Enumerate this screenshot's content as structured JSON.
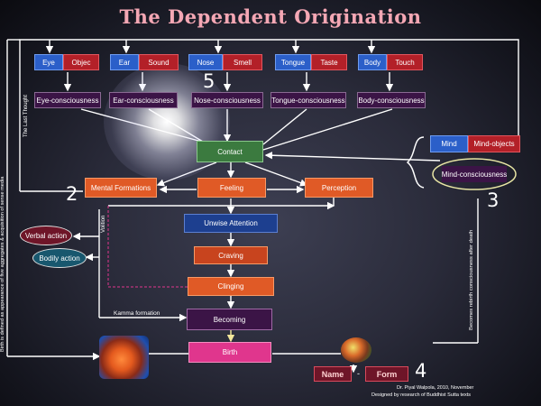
{
  "title": "The Dependent Origination",
  "senses": [
    {
      "organ": "Eye",
      "object": "Objec",
      "consciousness": "Eye-consciousness"
    },
    {
      "organ": "Ear",
      "object": "Sound",
      "consciousness": "Ear-consciousness"
    },
    {
      "organ": "Nose",
      "object": "Smell",
      "consciousness": "Nose-consciousness"
    },
    {
      "organ": "Tongue",
      "object": "Taste",
      "consciousness": "Tongue-consciousness"
    },
    {
      "organ": "Body",
      "object": "Touch",
      "consciousness": "Body-consciousness"
    }
  ],
  "mind": {
    "organ": "Mind",
    "object": "Mind-objects",
    "consciousness": "Mind-consciousness"
  },
  "nodes": {
    "contact": "Contact",
    "mental_formations": "Mental Formations",
    "feeling": "Feeling",
    "perception": "Perception",
    "unwise_attention": "Unwise Attention",
    "craving": "Craving",
    "clinging": "Clinging",
    "becoming": "Becoming",
    "birth": "Birth",
    "name": "Name",
    "form": "Form",
    "dash": "-"
  },
  "actions": {
    "verbal": "Verbal action",
    "bodily": "Bodily action"
  },
  "edge_labels": {
    "last_thought": "The Last Thought",
    "volition": "Volition",
    "kamma_formation": "Kamma formation",
    "birth_definition": "Birth is defined as appearance of five aggregates & acquisition of sense media",
    "rebirth": "Becomes rebirth consciousness after death"
  },
  "markers": {
    "n2": "2",
    "n3": "3",
    "n4": "4",
    "n5": "5"
  },
  "credit": {
    "line1": "Dr. Piyal Walpola, 2010, November",
    "line2": "Designed by research of Buddhist Sutta texts"
  },
  "colors": {
    "sense_organ": "#2b5fc9",
    "sense_object": "#b32028",
    "consciousness": "#3b1446",
    "formation": "#e05a26",
    "attention": "#1d3f8f",
    "birth": "#e0368d",
    "contact": "#3b7a3f",
    "title": "#f4a7b4",
    "volition_line": "#e0368d"
  }
}
